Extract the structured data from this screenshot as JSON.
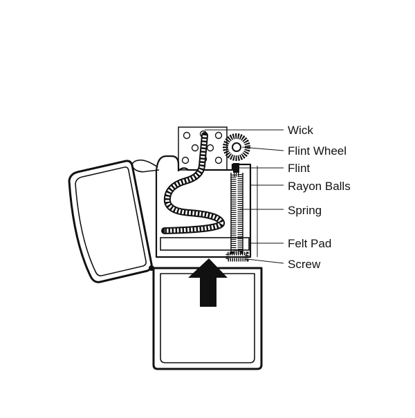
{
  "labels": {
    "wick": "Wick",
    "flint_wheel": "Flint Wheel",
    "flint": "Flint",
    "rayon_balls": "Rayon Balls",
    "spring": "Spring",
    "felt_pad": "Felt Pad",
    "screw": "Screw"
  },
  "colors": {
    "ink": "#111111",
    "paper": "#ffffff"
  }
}
